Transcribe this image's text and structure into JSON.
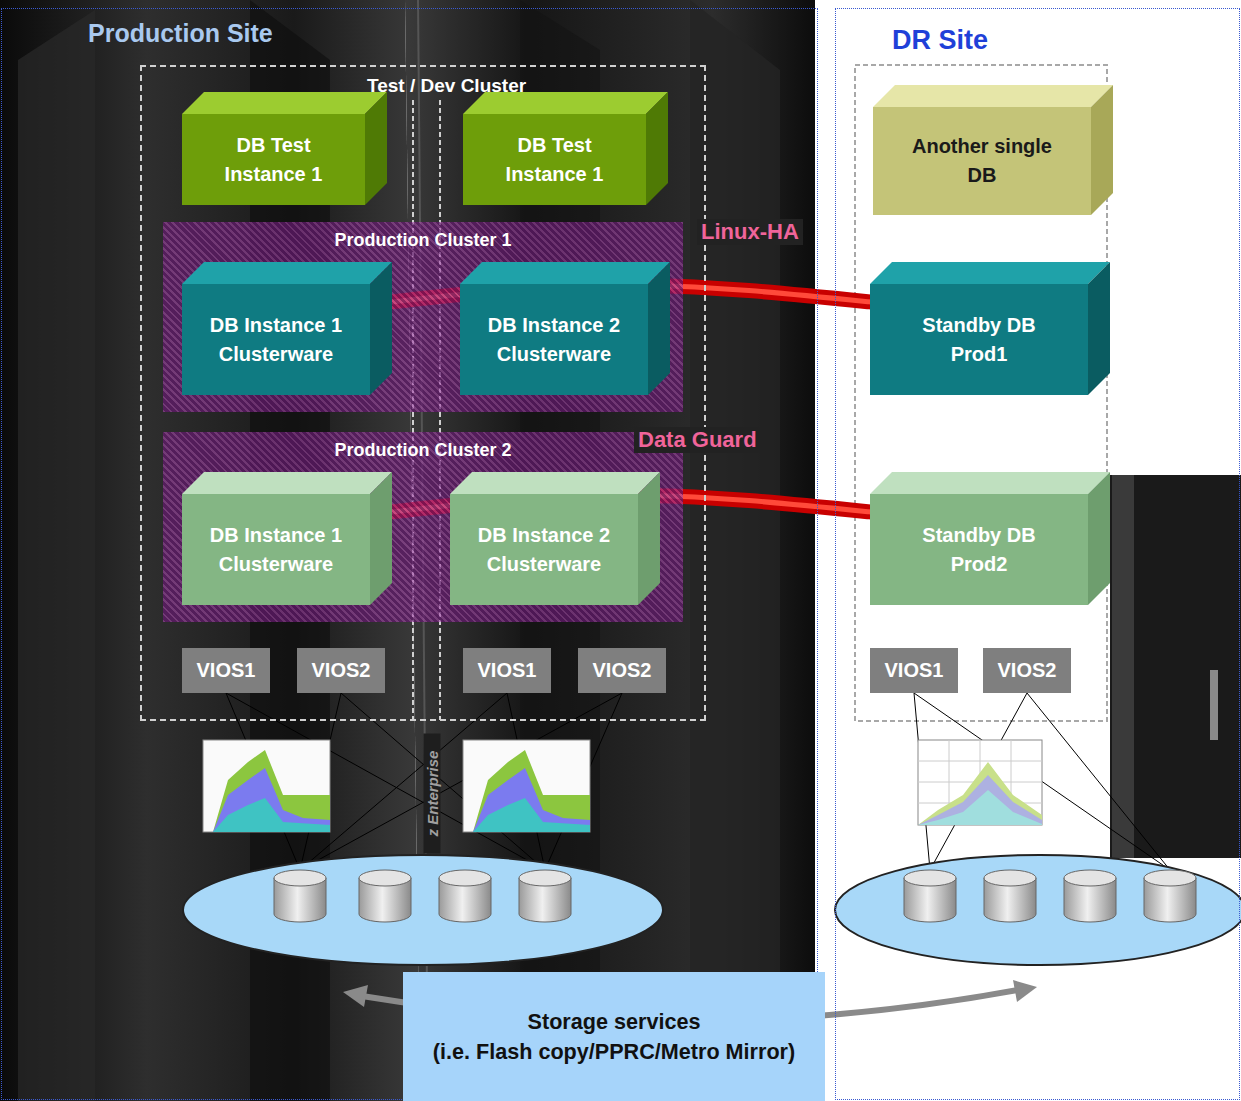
{
  "diagram": {
    "nodes": [
      {
        "text": [
          "Production Site"
        ]
      },
      {
        "text": [
          "DR Site"
        ]
      },
      {
        "text": [
          "Test / Dev Cluster"
        ],
        "in": 0
      },
      {
        "text": [
          "DB Test Instance 1"
        ],
        "in": 2
      },
      {
        "text": [
          "DB Test Instance 1"
        ],
        "in": 2
      },
      {
        "text": [
          "Production Cluster 1"
        ],
        "in": 2
      },
      {
        "text": [
          "DB Instance 1 Clusterware"
        ],
        "in": 5
      },
      {
        "text": [
          "DB Instance 2 Clusterware"
        ],
        "in": 5
      },
      {
        "text": [
          "Production Cluster 2"
        ],
        "in": 2
      },
      {
        "text": [
          "DB Instance 1 Clusterware"
        ],
        "in": 8
      },
      {
        "text": [
          "DB Instance 2 Clusterware"
        ],
        "in": 8
      },
      {
        "text": [
          "VIOS1"
        ],
        "in": 2
      },
      {
        "text": [
          "VIOS2"
        ],
        "in": 2
      },
      {
        "text": [
          "VIOS1"
        ],
        "in": 2
      },
      {
        "text": [
          "VIOS2"
        ],
        "in": 2
      },
      {
        "text": [
          "Another single DB"
        ],
        "in": 1
      },
      {
        "text": [
          "Standby DB Prod1"
        ],
        "in": 1
      },
      {
        "text": [
          "Standby DB Prod2"
        ],
        "in": 1
      },
      {
        "text": [
          "VIOS1"
        ],
        "in": 1
      },
      {
        "text": [
          "VIOS2"
        ],
        "in": 1
      },
      {
        "text": [
          "Storage services",
          "(i.e. Flash copy/PPRC/Metro Mirror)"
        ]
      }
    ],
    "edges": [
      {
        "from": 6,
        "to": 16,
        "label": "Linux-HA",
        "arrow": "none"
      },
      {
        "from": 9,
        "to": 17,
        "label": "Data Guard",
        "arrow": "none"
      }
    ],
    "labels": [
      "z Enterprise"
    ]
  }
}
